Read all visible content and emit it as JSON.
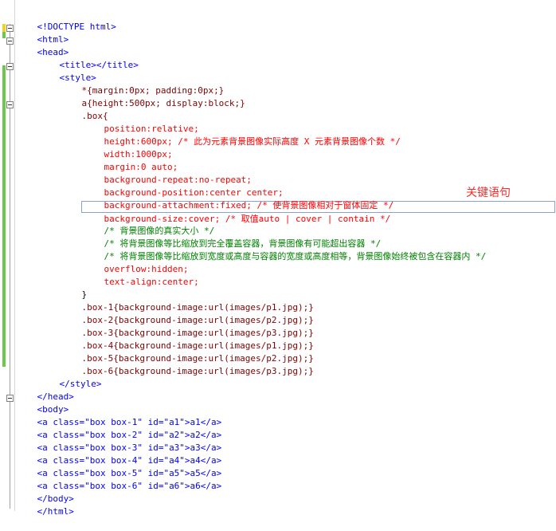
{
  "lines": [
    "<!DOCTYPE html>",
    "<html>",
    "<head>",
    "<title></title>",
    "<style>",
    "*{margin:0px; padding:0px;}",
    "a{height:500px; display:block;}",
    ".box{",
    "position:relative;",
    "height:600px; /* 此为元素背景图像实际高度 X 元素背景图像个数 */",
    "width:1000px;",
    "margin:0 auto;",
    "background-repeat:no-repeat;",
    "background-position:center center;",
    "background-attachment:fixed; /* 使背景图像相对于窗体固定 */",
    "background-size:cover; /* 取值auto | cover | contain */",
    "/* 背景图像的真实大小 */",
    "/* 将背景图像等比缩放到完全覆盖容器，背景图像有可能超出容器 */",
    "/* 将背景图像等比缩放到宽度或高度与容器的宽度或高度相等，背景图像始终被包含在容器内 */",
    "overflow:hidden;",
    "text-align:center;",
    "}",
    ".box-1{background-image:url(images/p1.jpg);}",
    ".box-2{background-image:url(images/p2.jpg);}",
    ".box-3{background-image:url(images/p3.jpg);}",
    ".box-4{background-image:url(images/p1.jpg);}",
    ".box-5{background-image:url(images/p2.jpg);}",
    ".box-6{background-image:url(images/p3.jpg);}",
    "</style>",
    "</head>",
    "<body>",
    "<a class=\"box box-1\" id=\"a1\">a1</a>",
    "<a class=\"box box-2\" id=\"a2\">a2</a>",
    "<a class=\"box box-3\" id=\"a3\">a3</a>",
    "<a class=\"box box-4\" id=\"a4\">a4</a>",
    "<a class=\"box box-5\" id=\"a5\">a5</a>",
    "<a class=\"box box-6\" id=\"a6\">a6</a>",
    "</body>",
    "</html>"
  ],
  "annotation": "关键语句",
  "colors": {
    "tag": "#0000ff",
    "tagname": "#800000",
    "attribute": "#ff0000",
    "css_property": "#ff0000",
    "css_value": "#0000ff",
    "comment": "#008000",
    "annotation": "#ff2a2a",
    "change_marker": "#6cc94a"
  }
}
